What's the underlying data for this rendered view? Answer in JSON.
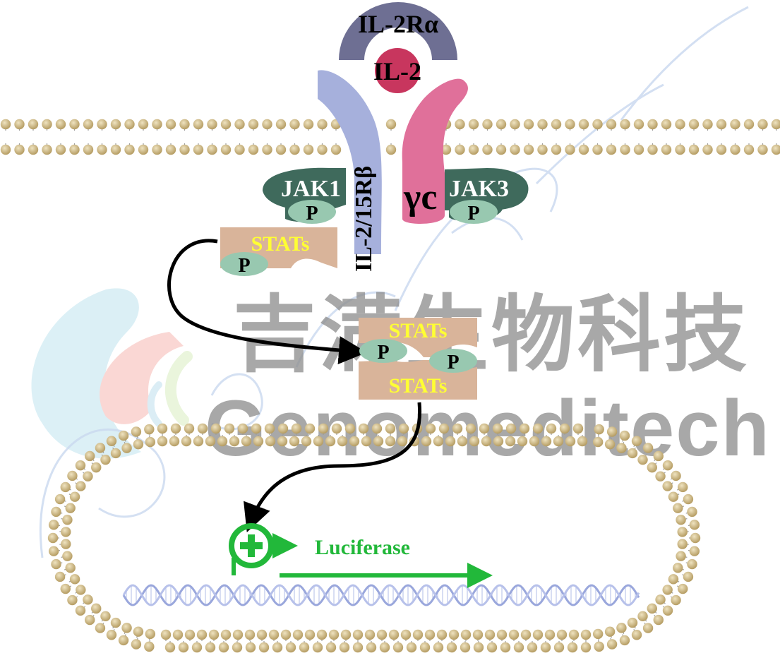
{
  "labels": {
    "il2ra": "IL-2Rα",
    "il2": "IL-2",
    "il2_15rb": "IL-2/15Rβ",
    "gamma_c": "γc",
    "jak1": "JAK1",
    "jak3": "JAK3",
    "p": "P",
    "stats": "STATs",
    "luciferase": "Luciferase"
  },
  "watermark": {
    "chinese": "吉满生物科技",
    "english": "Genomeditech",
    "script": "genomeditech"
  },
  "colors": {
    "il2ra": "#6e6f93",
    "il2": "#c8365e",
    "il2_15rb": "#a6b0dc",
    "gamma_c": "#e0709a",
    "jak": "#3f6a5c",
    "phospho": "#98c8b0",
    "stats_box": "#d9b49a",
    "stats_text": "#ffff33",
    "promoter": "#22b83a",
    "lipid_head": "#c9b483",
    "dna": "#a8b4e0",
    "arrow": "#000000"
  }
}
